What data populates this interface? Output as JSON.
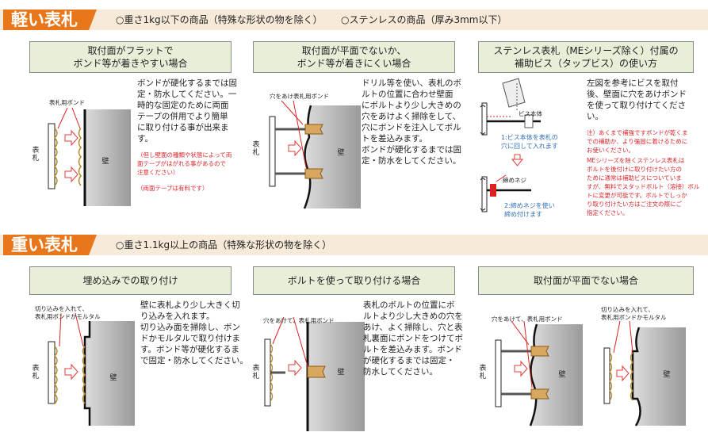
{
  "light": {
    "tag": "軽い表札",
    "cond1": "○重さ1kg以下の商品（特殊な形状の物を除く）",
    "cond2": "○ステンレスの商品（厚み3mm以下）",
    "panel1": {
      "heading": "取付面がフラットで\nボンド等が着きやすい場合",
      "label": "表札用ボンド",
      "sign": "表\n札",
      "wall": "壁",
      "text": "ボンドが硬化するまでは固\n定・防水してください。一\n時的な固定のために両面\nテープの併用でより簡単\nに取り付ける事が出来ま\nす。",
      "note1": "（但し壁面の種類や状態によって両\n面テープがはがれる事があるので\n注意ください）",
      "note2": "（両面テープは有料です）"
    },
    "panel2": {
      "heading": "取付面が平面でないか、\nボンド等が着きにくい場合",
      "label": "穴をあけ表札用ボンド",
      "sign": "表\n札",
      "wall": "壁",
      "text": "ドリル等を使い、表札のボ\nルトの位置に合わせ壁面\nにボルトより少し大きめの\n穴をあけよく掃除をして、\n穴にボンドを注入してボル\nトを差込みます。\nボンドが硬化するまでは固\n定・防水をしてください。"
    },
    "panel3": {
      "heading": "ステンレス表札（MEシリーズ除く）付属の\n補助ビス（タップビス）の使い方",
      "label_screw": "ビス本体",
      "label_step1": "1:ビス本体を表札の\n穴に回して入れます",
      "label_nut": "締めネジ",
      "label_step2": "2:締めネジを使い\n締め付けます",
      "text": "左図を参考にビスを取付\n後、壁面に穴をあけボンド\nを使って取り付けてくださ\nい。",
      "note1": "注）あくまで補強ですボンドが乾くま\nでの補助か、より強固に着けるために\nお使いください。",
      "note2": "MEシリーズを除くステンレス表札は\nボルトを後付けに取り付けたい方の\nために通常は補助ビスについていま\nすが、無料でスタッドボルト（溶接）ボル\nトに変更が可能です。ボルトでしっか\nり取り付けたい方はご注文の際にご\n指定ください。"
    }
  },
  "heavy": {
    "tag": "重い表札",
    "cond1": "○重さ1.1kg以上の商品（特殊な形状の物を除く）",
    "panel1": {
      "heading": "埋め込みでの取り付け",
      "label": "切り込みを入れて、\n表札用ボンドかモルタル",
      "sign": "表\n札",
      "wall": "壁",
      "text": "壁に表札より少し大きく切\nり込みを入れます。\n切り込み面を掃除し、ボン\nドかモルタルで取り付けま\nす。ボンド等が硬化するま\nで固定・防水してください。"
    },
    "panel2": {
      "heading": "ボルトを使って取り付ける場合",
      "label": "穴をあけて、表札用ボンド",
      "sign": "表\n札",
      "wall": "壁",
      "text": "表札のボルトの位置にボ\nルトより少し大きめの穴を\nあけ、よく掃除し、穴と表\n札裏面にボンドをつけてボ\nルトを差込みます。ボンド\nが硬化するまでは固定・\n防水してください。"
    },
    "panel3": {
      "heading": "取付面が平面でない場合",
      "label1": "穴をあけて、表札用ボンド",
      "label2": "切り込みを入れて、\n表札用ボンドかモルタル",
      "sign": "表\n札",
      "wall": "壁"
    }
  },
  "colors": {
    "accent": "#e8761a",
    "band": "#f7ead8",
    "heading_bg": "#e8efd9",
    "note_red": "#d7262b",
    "note_blue": "#2f6fb8"
  }
}
